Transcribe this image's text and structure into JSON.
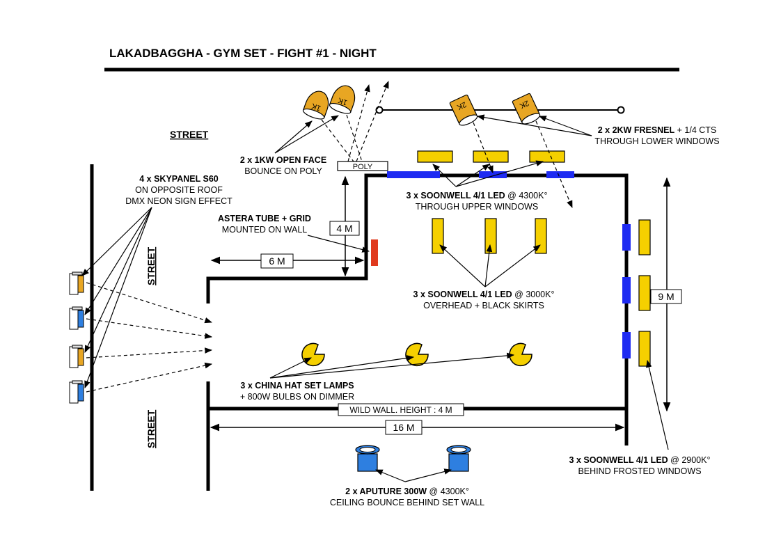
{
  "title": "LAKADBAGGHA - GYM SET - FIGHT #1 - NIGHT",
  "street_labels": {
    "top": "STREET",
    "left_upper": "STREET",
    "left_lower": "STREET"
  },
  "dimensions": {
    "height_4m": "4 M",
    "width_6m": "6 M",
    "depth_9m": "9 M",
    "length_16m": "16 M",
    "wild_wall": "WILD WALL. HEIGHT : 4 M"
  },
  "fixtures": {
    "open_face_lamp_label": "1K",
    "fresnel_lamp_label": "2K",
    "poly_label": "POLY"
  },
  "annotations": {
    "open_face": {
      "title": "2 x 1KW OPEN FACE",
      "sub": "BOUNCE ON POLY"
    },
    "fresnel": {
      "title": "2 x 2KW FRESNEL",
      "title_suffix": " + 1/4 CTS",
      "sub": "THROUGH LOWER WINDOWS"
    },
    "skypanel": {
      "title": "4 x SKYPANEL S60",
      "sub1": "ON OPPOSITE ROOF",
      "sub2": "DMX NEON SIGN EFFECT"
    },
    "astera": {
      "title": "ASTERA TUBE + GRID",
      "sub": "MOUNTED ON WALL"
    },
    "soonwell_upper": {
      "title": "3 x SOONWELL 4/1 LED",
      "title_suffix": " @ 4300K°",
      "sub": "THROUGH UPPER WINDOWS"
    },
    "soonwell_overhead": {
      "title": "3 x SOONWELL 4/1 LED",
      "title_suffix": " @ 3000K°",
      "sub": "OVERHEAD + BLACK SKIRTS"
    },
    "china_hat": {
      "title": "3 x CHINA HAT SET LAMPS",
      "sub": "+ 800W BULBS ON DIMMER"
    },
    "soonwell_frosted": {
      "title": "3 x SOONWELL 4/1 LED",
      "title_suffix": " @ 2900K°",
      "sub": "BEHIND FROSTED WINDOWS"
    },
    "aputure": {
      "title": "2 x APUTURE 300W",
      "title_suffix": " @ 4300K°",
      "sub": "CEILING BOUNCE BEHIND SET WALL"
    }
  },
  "colors": {
    "lamp_yellow": "#F5D000",
    "lamp_orange": "#E8A623",
    "window_blue": "#1E2BF2",
    "aputure_blue": "#2E7FE0",
    "astera_red": "#E03A1E",
    "wall": "#000000"
  }
}
